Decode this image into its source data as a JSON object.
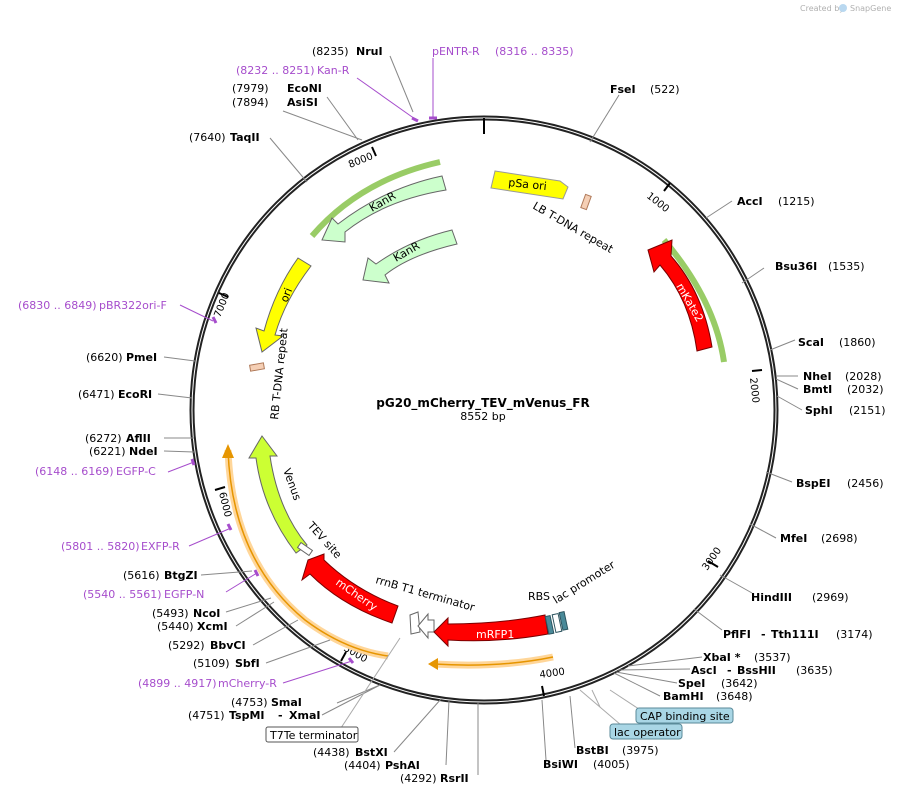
{
  "brand": {
    "created_by": "Created by",
    "app": "SnapGene"
  },
  "plasmid": {
    "name": "pG20_mCherry_TEV_mVenus_FR",
    "length": "8552 bp"
  },
  "ticks": [
    "1000",
    "2000",
    "3000",
    "4000",
    "5000",
    "6000",
    "7000",
    "8000"
  ],
  "sites": [
    {
      "name": "NruI",
      "pos": "(8235)"
    },
    {
      "name": "EcoNI",
      "pos": "(7979)"
    },
    {
      "name": "AsiSI",
      "pos": "(7894)"
    },
    {
      "name": "TaqII",
      "pos": "(7640)"
    },
    {
      "name": "FseI",
      "pos": "(522)"
    },
    {
      "name": "AccI",
      "pos": "(1215)"
    },
    {
      "name": "Bsu36I",
      "pos": "(1535)"
    },
    {
      "name": "ScaI",
      "pos": "(1860)"
    },
    {
      "name": "NheI",
      "pos": "(2028)"
    },
    {
      "name": "BmtI",
      "pos": "(2032)"
    },
    {
      "name": "SphI",
      "pos": "(2151)"
    },
    {
      "name": "BspEI",
      "pos": "(2456)"
    },
    {
      "name": "MfeI",
      "pos": "(2698)"
    },
    {
      "name": "HindIII",
      "pos": "(2969)"
    },
    {
      "name": "PflFI",
      "name2": "Tth111I",
      "pos": "(3174)"
    },
    {
      "name": "XbaI *",
      "pos": "(3537)"
    },
    {
      "name": "AscI",
      "name2": "BssHII",
      "pos": "(3635)"
    },
    {
      "name": "SpeI",
      "pos": "(3642)"
    },
    {
      "name": "BamHI",
      "pos": "(3648)"
    },
    {
      "name": "BstBI",
      "pos": "(3975)"
    },
    {
      "name": "BsiWI",
      "pos": "(4005)"
    },
    {
      "name": "RsrII",
      "pos": "(4292)"
    },
    {
      "name": "PshAI",
      "pos": "(4404)"
    },
    {
      "name": "BstXI",
      "pos": "(4438)"
    },
    {
      "name": "SmaI",
      "pos": "(4753)"
    },
    {
      "name": "TspMI",
      "name2": "XmaI",
      "pos": "(4751)"
    },
    {
      "name": "SbfI",
      "pos": "(5109)"
    },
    {
      "name": "BbvCI",
      "pos": "(5292)"
    },
    {
      "name": "XcmI",
      "pos": "(5440)"
    },
    {
      "name": "NcoI",
      "pos": "(5493)"
    },
    {
      "name": "BtgZI",
      "pos": "(5616)"
    },
    {
      "name": "NdeI",
      "pos": "(6221)"
    },
    {
      "name": "AflII",
      "pos": "(6272)"
    },
    {
      "name": "EcoRI",
      "pos": "(6471)"
    },
    {
      "name": "PmeI",
      "pos": "(6620)"
    }
  ],
  "primers": [
    {
      "name": "pENTR-R",
      "range": "(8316 .. 8335)"
    },
    {
      "name": "Kan-R",
      "range": "(8232 .. 8251)"
    },
    {
      "name": "pBR322ori-F",
      "range": "(6830 .. 6849)"
    },
    {
      "name": "EGFP-C",
      "range": "(6148 .. 6169)"
    },
    {
      "name": "EXFP-R",
      "range": "(5801 .. 5820)"
    },
    {
      "name": "EGFP-N",
      "range": "(5540 .. 5561)"
    },
    {
      "name": "mCherry-R",
      "range": "(4899 .. 4917)"
    }
  ],
  "features": {
    "psa_ori": "pSa ori",
    "lb_repeat": "LB T-DNA repeat",
    "kanr_outer": "KanR",
    "kanr_inner": "KanR",
    "ori": "ori",
    "rb_repeat": "RB T-DNA repeat",
    "mkate2": "mKate2",
    "venus": "Venus",
    "tev": "TEV site",
    "mcherry": "mCherry",
    "rrnb": "rrnB T1 terminator",
    "mrfp1": "mRFP1",
    "rbs": "RBS",
    "lac_promoter": "lac promoter",
    "cap_site": "CAP binding site",
    "lac_operator": "lac operator",
    "t7te": "T7Te terminator"
  },
  "colors": {
    "backbone": "#222222",
    "red": "#ff0000",
    "yellow": "#ffff00",
    "lime": "#ccff33",
    "mint": "#ccffcc",
    "primer": "#a64dcc",
    "orange_halo": "#ffd699",
    "green_halo": "#99cc66",
    "tag_bg": "#a9d6e5"
  }
}
